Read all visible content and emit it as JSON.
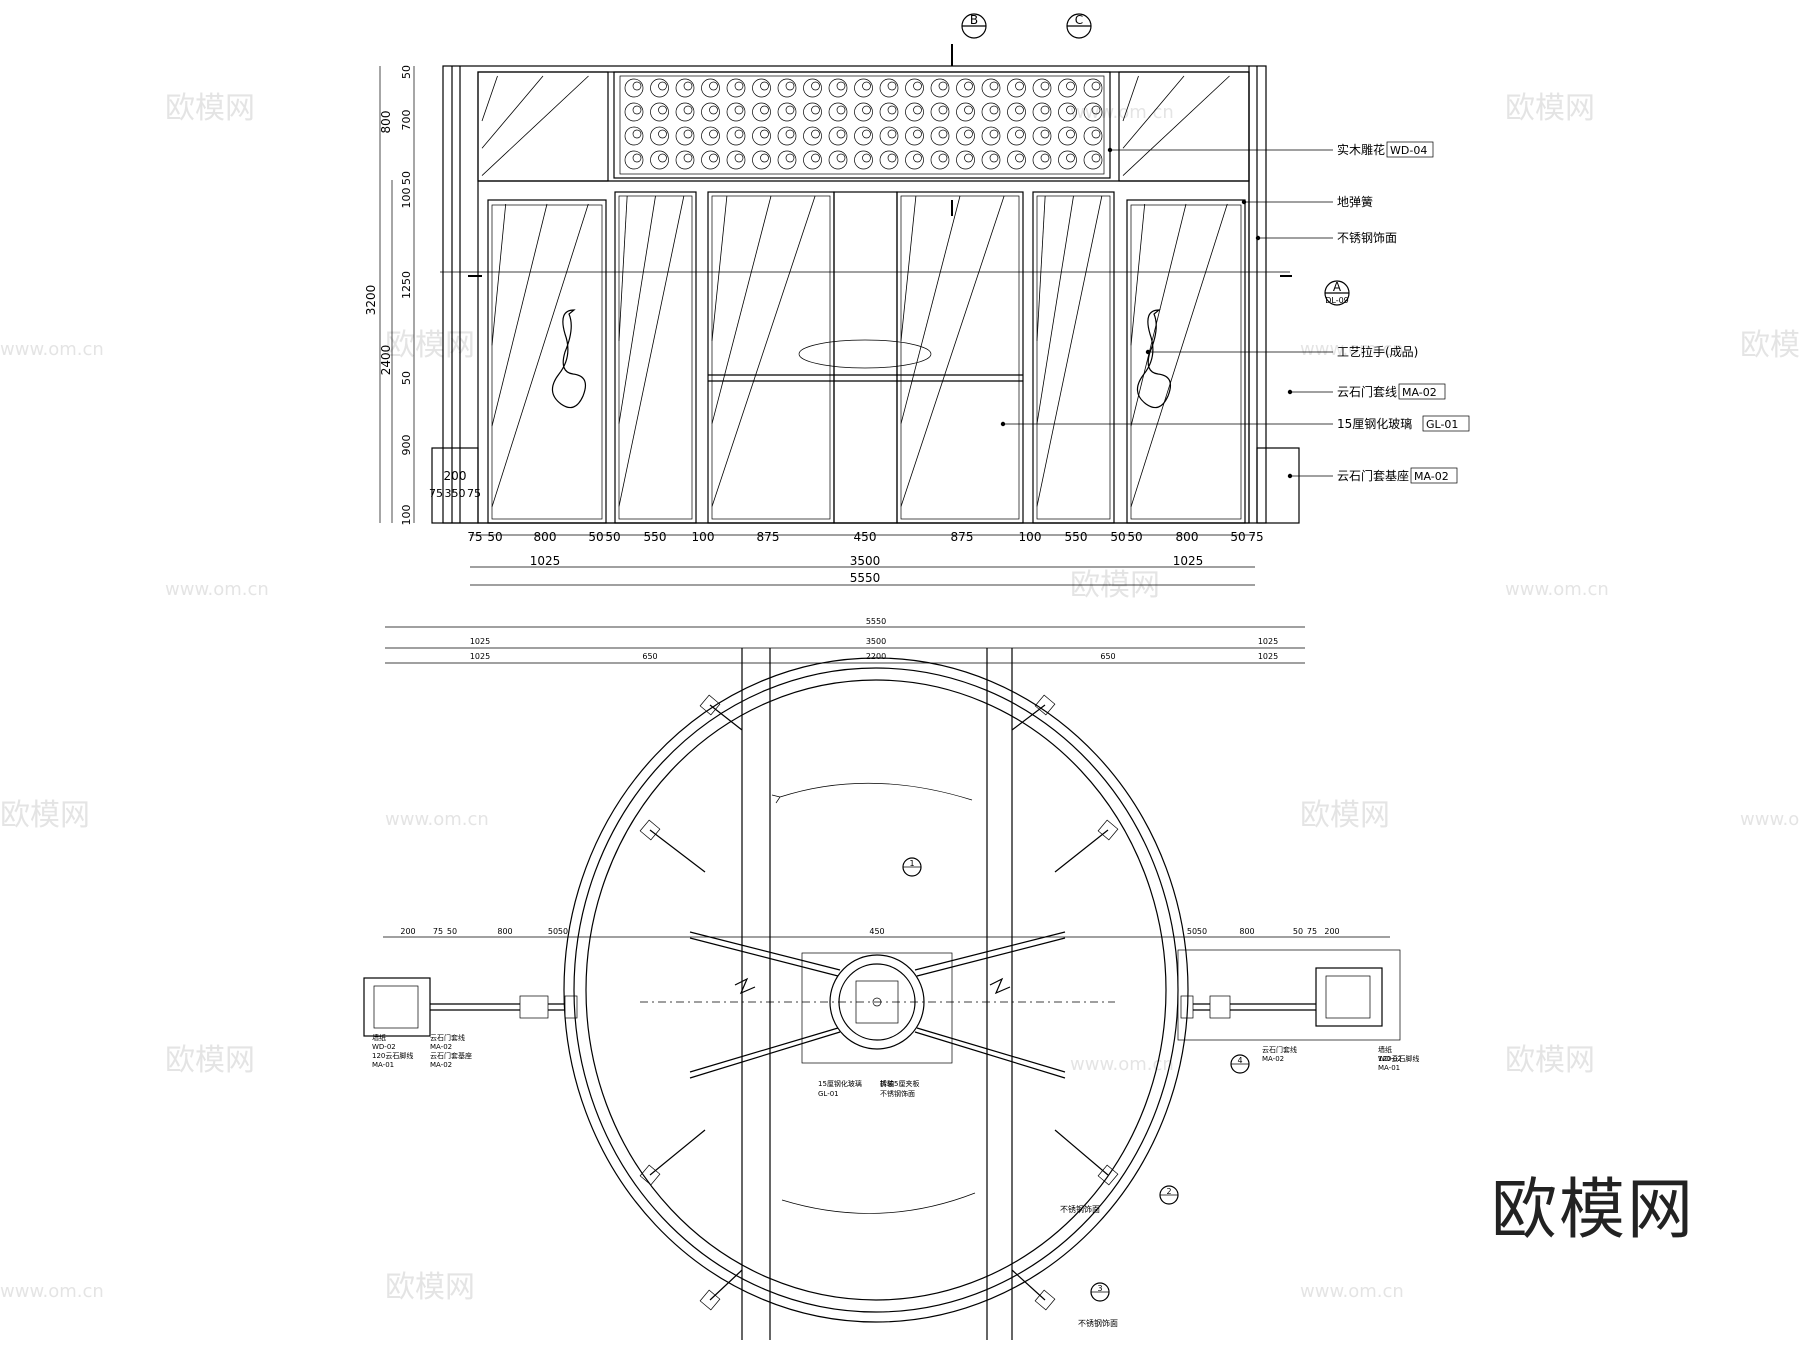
{
  "elevation": {
    "vertical_dims_outer": [
      "3200",
      "2400"
    ],
    "vertical_dims_inner": [
      "50",
      "700",
      "50",
      "100",
      "1250",
      "50",
      "900",
      "100"
    ],
    "vertical_dims_group": [
      "800"
    ],
    "bottom_dims_row1": [
      "75",
      "50",
      "800",
      "50",
      "50",
      "550",
      "100",
      "875",
      "450",
      "875",
      "100",
      "550",
      "50",
      "50",
      "800",
      "50",
      "75"
    ],
    "bottom_dims_row2": [
      "1025",
      "3500",
      "1025"
    ],
    "bottom_dims_total": "5550",
    "base_dims": [
      "200",
      "75",
      "350",
      "75"
    ],
    "section_markers": [
      {
        "letter": "B",
        "ref": ""
      },
      {
        "letter": "C",
        "ref": ""
      },
      {
        "letter": "A",
        "ref": "DL-09"
      }
    ],
    "callouts": [
      {
        "text": "实木雕花",
        "code": "WD-04"
      },
      {
        "text": "地弹簧",
        "code": ""
      },
      {
        "text": "不锈钢饰面",
        "code": ""
      },
      {
        "text": "工艺拉手(成品)",
        "code": ""
      },
      {
        "text": "云石门套线",
        "code": "MA-02"
      },
      {
        "text": "15厘钢化玻璃",
        "code": "GL-01"
      },
      {
        "text": "云石门套基座",
        "code": "MA-02"
      }
    ]
  },
  "plan": {
    "top_dims_row0": "5550",
    "top_dims_row1": [
      "1025",
      "3500",
      "1025"
    ],
    "top_dims_row2": [
      "1025",
      "650",
      "2200",
      "650",
      "1025"
    ],
    "center_dim": "450",
    "left_dims": [
      "200",
      "75",
      "50",
      "800",
      "50",
      "50"
    ],
    "right_dims": [
      "50",
      "50",
      "800",
      "50",
      "75",
      "200"
    ],
    "left_callouts": [
      "墙纸",
      "WD-02",
      "120云石脚线",
      "MA-01",
      "云石门套线",
      "MA-02",
      "云石门套基座",
      "MA-02"
    ],
    "right_callouts": [
      "云石门套线",
      "MA-02",
      "墙纸",
      "WD-02",
      "120云石脚线",
      "MA-01"
    ],
    "center_callouts": [
      "15厘钢化玻璃",
      "GL-01",
      "拆装5厘夹板",
      "不锈钢饰面",
      "转轴"
    ],
    "detail_markers": [
      "1",
      "2",
      "3",
      "4"
    ],
    "detail_labels": [
      "不锈钢饰面",
      "不锈钢饰面"
    ]
  },
  "watermark": {
    "text": "欧模网",
    "url": "www.om.cn"
  },
  "brand_logo": "欧模网"
}
